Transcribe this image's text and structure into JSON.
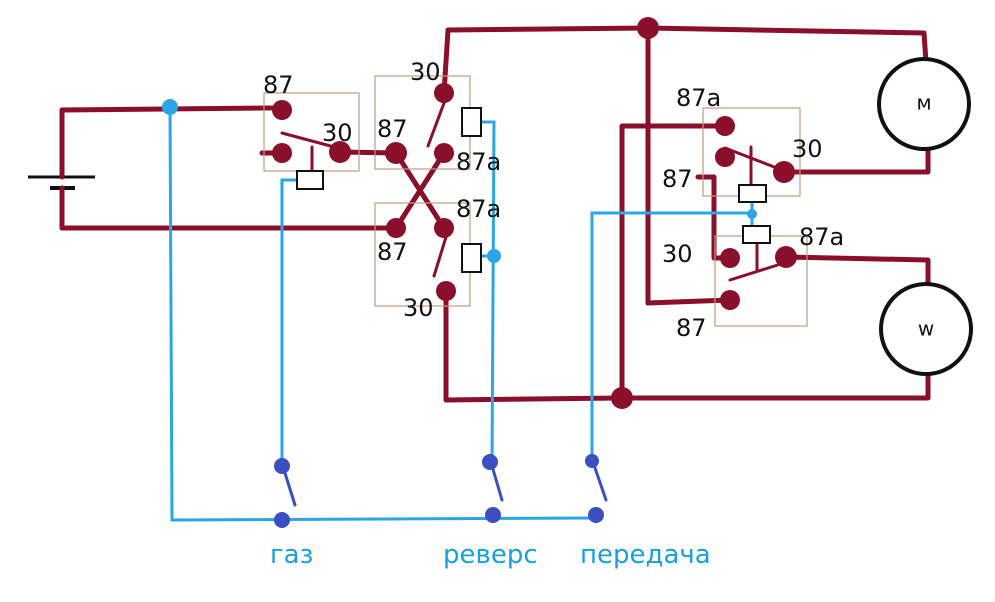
{
  "diagram": {
    "colors": {
      "power_wire": "#8a0f2a",
      "control_wire": "#2aa6e6",
      "switch": "#3b4fc0",
      "relay_frame": "#c99a7a"
    },
    "relay1": {
      "pin_a": "87",
      "pin_b": "30"
    },
    "relay2": {
      "pin_a": "30",
      "pin_b": "87",
      "pin_c": "87a"
    },
    "relay3": {
      "pin_a": "87a",
      "pin_b": "87",
      "pin_c": "30"
    },
    "relay4": {
      "pin_a": "87a",
      "pin_b": "87",
      "pin_c": "30"
    },
    "relay5": {
      "pin_a": "87",
      "pin_b": "30",
      "pin_c": "87a"
    },
    "motor_top": {
      "label": "м"
    },
    "motor_bottom": {
      "label": "w"
    },
    "switches": {
      "gas": {
        "label": "газ"
      },
      "reverse": {
        "label": "реверс"
      },
      "gear": {
        "label": "передача"
      }
    }
  }
}
